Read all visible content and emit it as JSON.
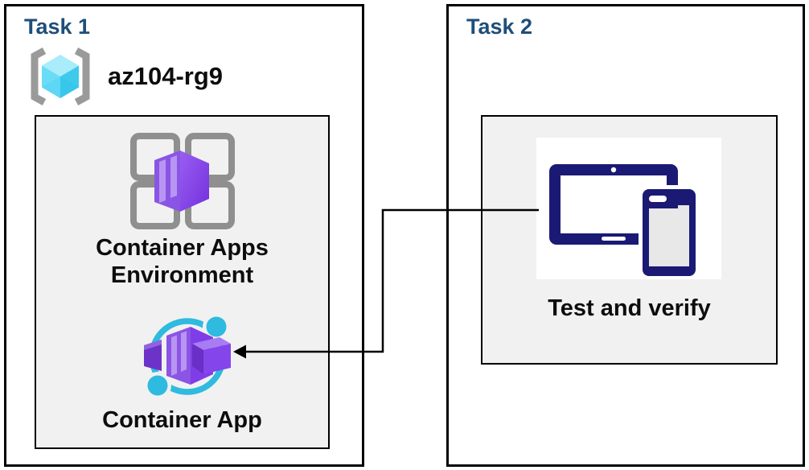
{
  "task1": {
    "title": "Task 1",
    "resource_group": {
      "name": "az104-rg9",
      "icon": "resource-group-icon"
    },
    "items": [
      {
        "label": "Container Apps Environment",
        "icon": "container-apps-environment-icon"
      },
      {
        "label": "Container App",
        "icon": "container-app-icon"
      }
    ]
  },
  "task2": {
    "title": "Task 2",
    "items": [
      {
        "label": "Test and verify",
        "icon": "devices-icon"
      }
    ]
  },
  "connector": {
    "type": "elbow-arrow",
    "from": "Test and verify",
    "to": "Container App"
  },
  "colors": {
    "task_title": "#1e4e79",
    "caption_text": "#0d0d0d",
    "inner_fill": "#f1f1f2",
    "panel_border": "#000000",
    "device_navy": "#1a1a74",
    "icon_purple": "#7f3de8",
    "icon_purple_light": "#b895f2",
    "icon_cyan": "#2fbadf",
    "bracket_gray": "#9a9a9a",
    "grid_gray": "#8f8f8f",
    "cube_cyan_top": "#a9ecfb",
    "cube_cyan_left": "#69dcf6",
    "cube_cyan_right": "#3fcaec"
  }
}
